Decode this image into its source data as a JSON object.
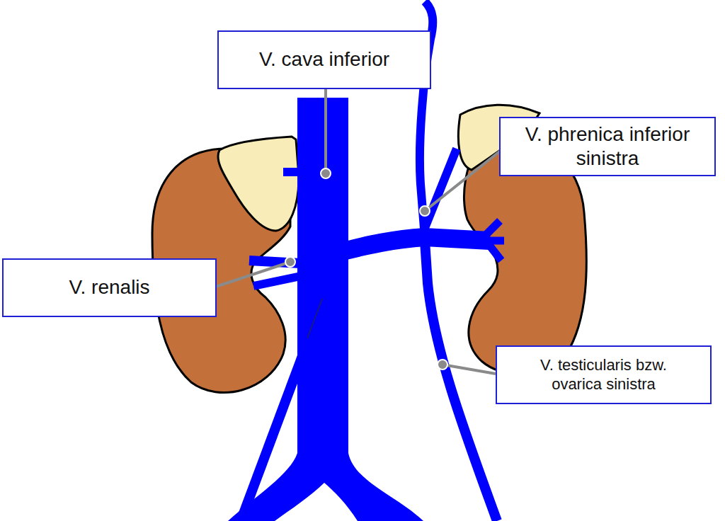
{
  "diagram": {
    "nodes": [
      {
        "text": [
          "V. cava inferior"
        ]
      },
      {
        "text": [
          "V. phrenica inferior sinistra"
        ]
      },
      {
        "text": [
          "V. renalis"
        ]
      },
      {
        "text": [
          "V. testicularis bzw. ovarica sinistra"
        ]
      }
    ]
  }
}
